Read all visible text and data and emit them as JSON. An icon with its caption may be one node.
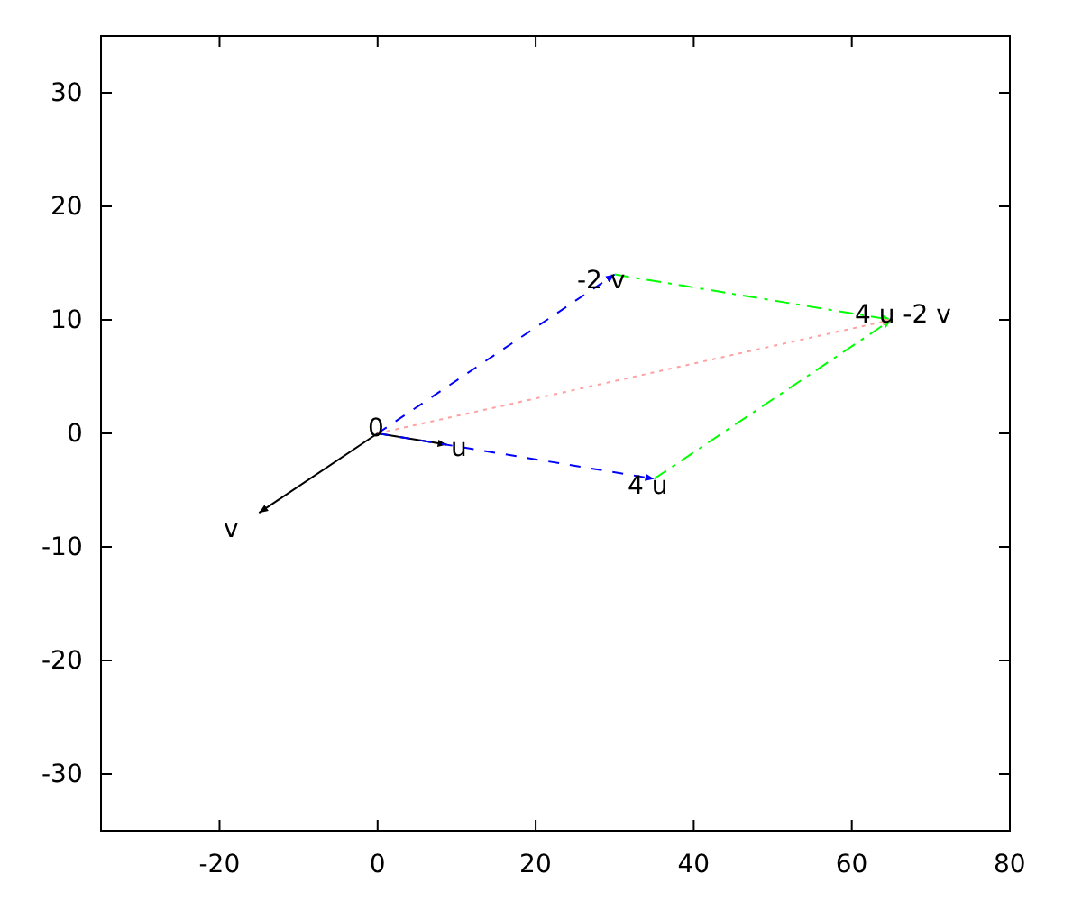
{
  "diagram": {
    "nodes": [
      {
        "text": [
          "-2 v"
        ]
      },
      {
        "text": [
          "4 u -2 v"
        ]
      },
      {
        "text": [
          "0"
        ]
      },
      {
        "text": [
          "u"
        ]
      },
      {
        "text": [
          "4 u"
        ]
      },
      {
        "text": [
          "v"
        ]
      }
    ],
    "edges": [
      {
        "from": 2,
        "to": 3,
        "arrow": "to"
      },
      {
        "from": 2,
        "to": 5,
        "arrow": "to"
      },
      {
        "from": 2,
        "to": 0,
        "arrow": "to",
        "style": "dashed",
        "color": "#0000ff"
      },
      {
        "from": 2,
        "to": 4,
        "arrow": "to",
        "style": "dashed",
        "color": "#0000ff"
      },
      {
        "from": 0,
        "to": 1,
        "arrow": "to",
        "style": "dashed",
        "color": "#00ff00"
      },
      {
        "from": 4,
        "to": 1,
        "arrow": "to",
        "style": "dashed",
        "color": "#00ff00"
      },
      {
        "from": 2,
        "to": 1,
        "arrow": "to",
        "style": "dashed",
        "color": "#ffa0a0"
      }
    ],
    "labels": [
      "30",
      "20",
      "10",
      "0",
      "-10",
      "-20",
      "-30",
      "-20",
      "0",
      "20",
      "40",
      "60",
      "80"
    ]
  }
}
